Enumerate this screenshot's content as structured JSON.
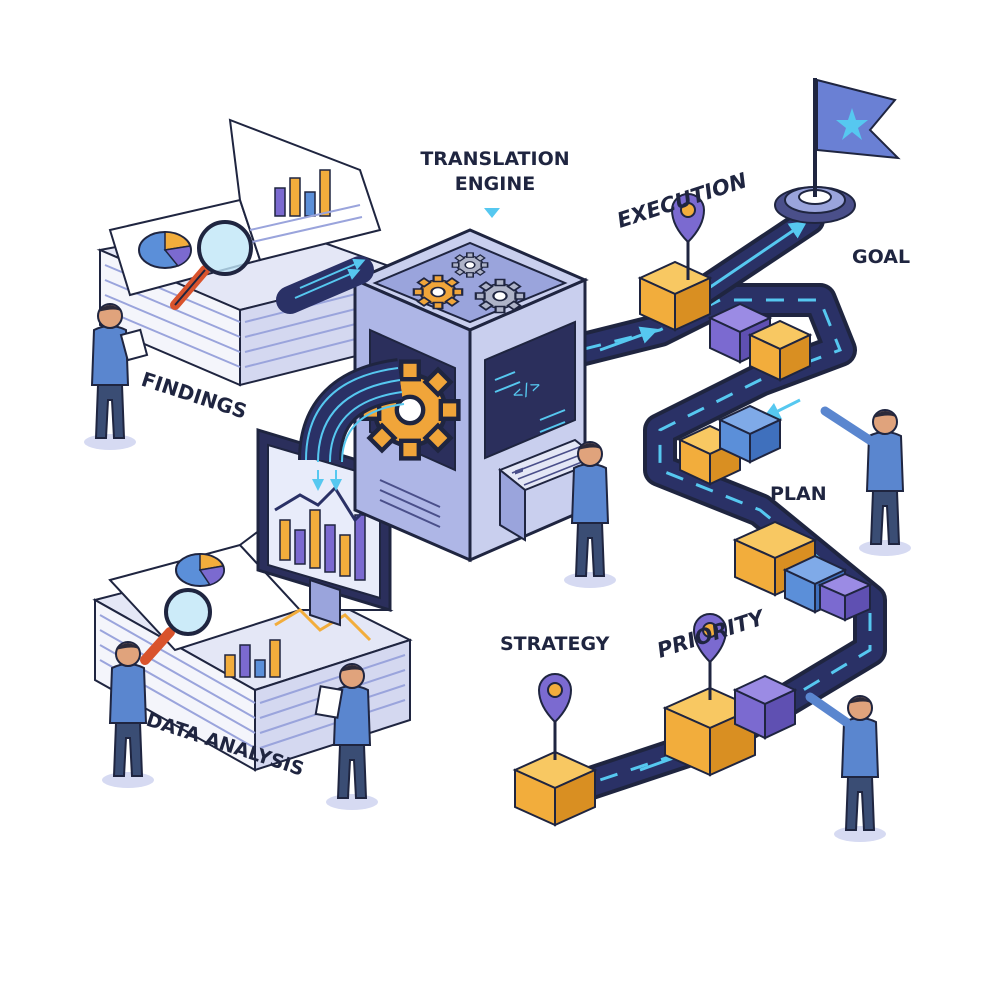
{
  "labels": {
    "translation_engine_line1": "TRANSLATION",
    "translation_engine_line2": "ENGINE",
    "execution": "EXECUTION",
    "goal": "GOAL",
    "findings": "FINDINGS",
    "plan": "PLAN",
    "strategy": "STRATEGY",
    "priority": "PRIORITY",
    "data_analysis": "DATA ANALYSIS"
  },
  "screen_code": "</>",
  "icons": {
    "goal_flag": "star-flag-icon",
    "gears": "gear-icon",
    "magnifier": "magnifier-icon",
    "location_pin": "map-pin-icon",
    "flow_arrow": "arrow-icon"
  },
  "colors": {
    "outline": "#1f2540",
    "ink": "#1f2540",
    "path_dark": "#2a3166",
    "path_glow": "#56c8f0",
    "block_orange": "#f2ad3c",
    "block_purple": "#7b6ad0",
    "block_blue": "#5b8fd9",
    "flag_blue": "#6a80d4",
    "machine_light": "#c9cfee",
    "machine_mid": "#9aa4dc",
    "machine_dark": "#4a4f8a",
    "screen_dark": "#2b2f5c",
    "gear_orange": "#f0a53a",
    "gear_gray": "#aeb3c8",
    "paper": "#f4f5fb",
    "person_shirt": "#5a86cf",
    "person_pants": "#3a4d74",
    "skin": "#e0a37c",
    "hair": "#2c2a3a"
  }
}
